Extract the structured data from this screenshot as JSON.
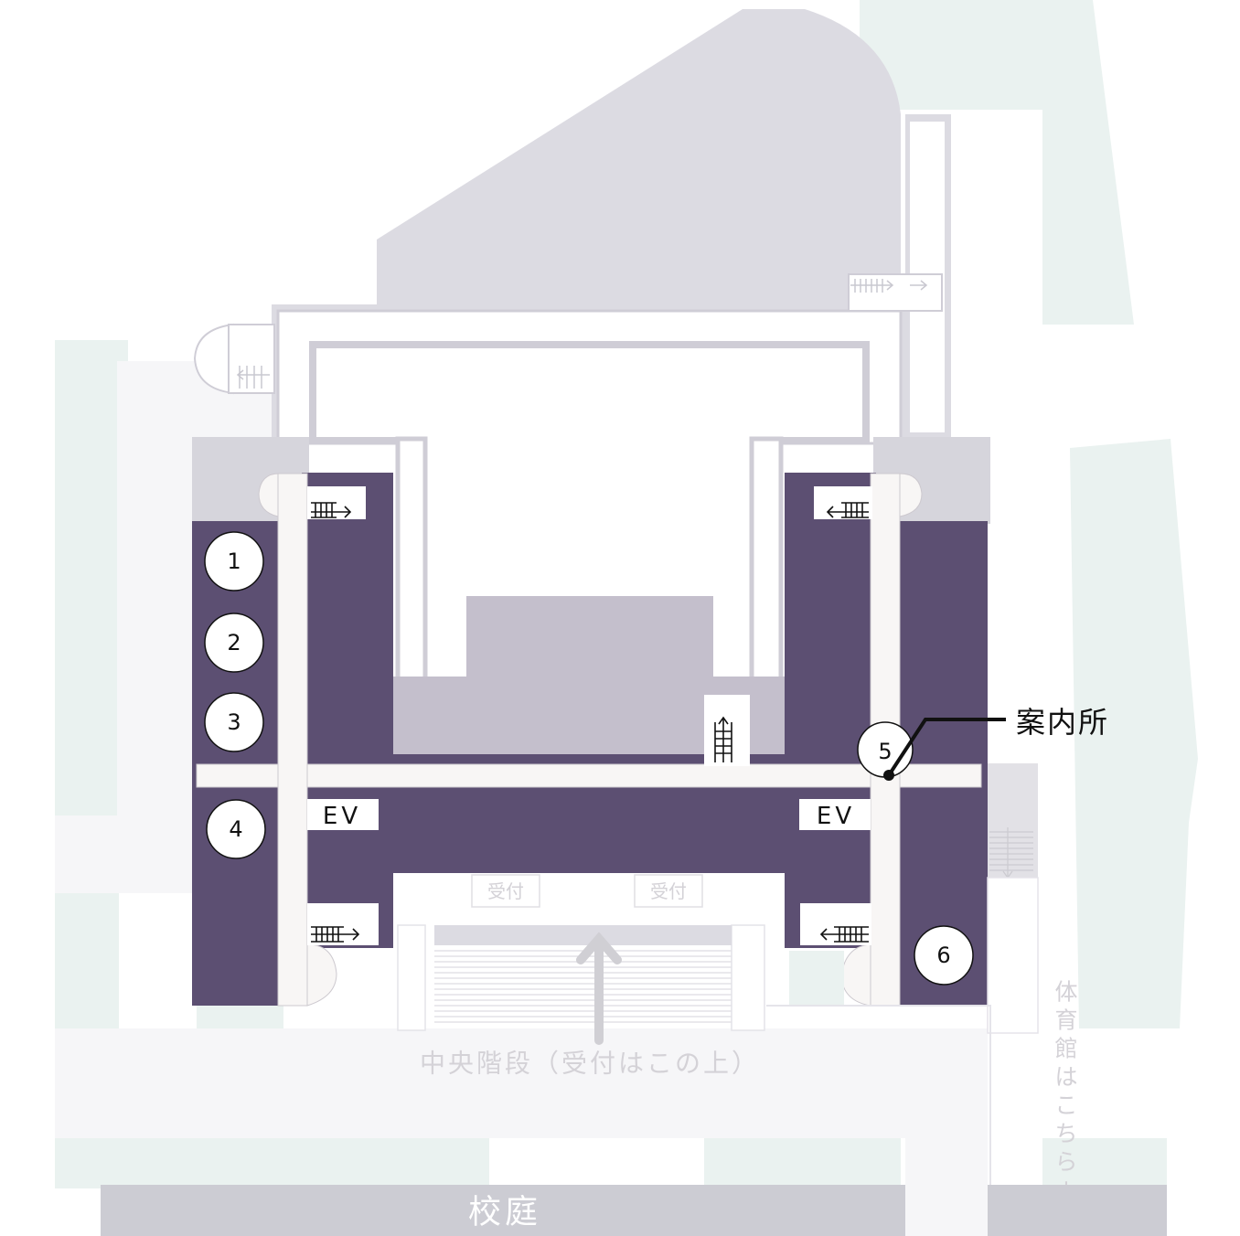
{
  "map": {
    "rooms": [
      {
        "id": "1",
        "label": "1"
      },
      {
        "id": "2",
        "label": "2"
      },
      {
        "id": "3",
        "label": "3"
      },
      {
        "id": "4",
        "label": "4"
      },
      {
        "id": "5",
        "label": "5"
      },
      {
        "id": "6",
        "label": "6"
      }
    ],
    "elevator_left": "EV",
    "elevator_right": "EV",
    "reception_left": "受付",
    "reception_right": "受付",
    "info_desk": "案内所",
    "central_stairs": "中央階段（受付はこの上）",
    "gym_direction": [
      "体",
      "育",
      "館",
      "は",
      "こ",
      "ち",
      "ら",
      "↓"
    ],
    "courtyard": "校庭"
  },
  "colors": {
    "building": "#5c4f72",
    "corridor": "#f8f6f5",
    "roof": "#dcdbe2",
    "courtyard_band": "#ccccd3",
    "green": "#eaf2f0"
  }
}
